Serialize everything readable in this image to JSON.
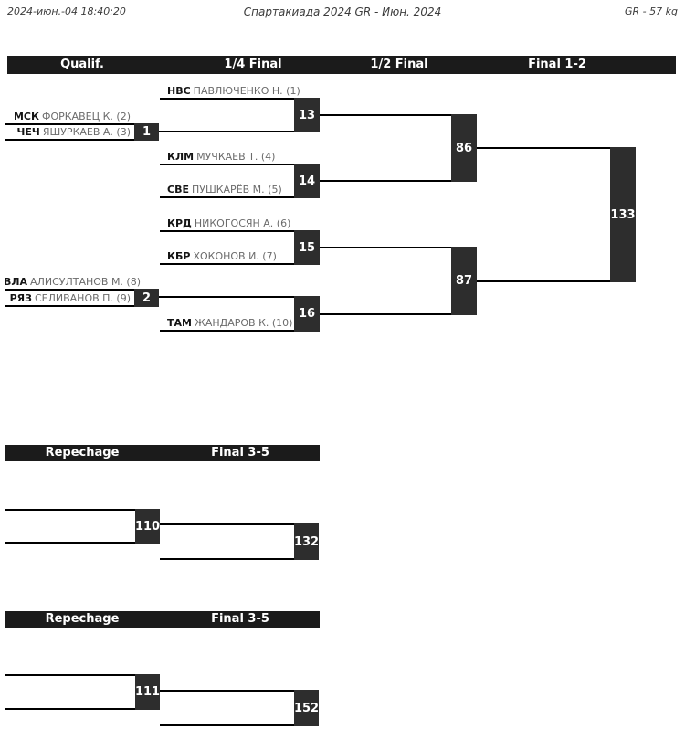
{
  "page_header": {
    "datetime": "2024-июн.-04 18:40:20",
    "title": "Спартакиада 2024 GR - Июн. 2024",
    "category": "GR - 57 kg"
  },
  "main_bracket": {
    "round_labels": [
      "Qualif.",
      "1/4 Final",
      "1/2 Final",
      "Final 1-2"
    ],
    "athletes": [
      {
        "code": "НВС",
        "name": "ПАВЛЮЧЕНКО Н. (1)"
      },
      {
        "code": "МСК",
        "name": "ФОРКАВЕЦ К. (2)"
      },
      {
        "code": "ЧЕЧ",
        "name": "ЯШУРКАЕВ А. (3)"
      },
      {
        "code": "КЛМ",
        "name": "МУЧКАЕВ Т. (4)"
      },
      {
        "code": "СВЕ",
        "name": "ПУШКАРЁВ М. (5)"
      },
      {
        "code": "КРД",
        "name": "НИКОГОСЯН А. (6)"
      },
      {
        "code": "КБР",
        "name": "ХОКОНОВ И. (7)"
      },
      {
        "code": "ВЛА",
        "name": "АЛИСУЛТАНОВ М. (8)"
      },
      {
        "code": "РЯЗ",
        "name": "СЕЛИВАНОВ П. (9)"
      },
      {
        "code": "ТАМ",
        "name": "ЖАНДАРОВ К. (10)"
      }
    ],
    "match_numbers": {
      "qualif_1": "1",
      "qualif_2": "2",
      "quarter_1": "13",
      "quarter_2": "14",
      "quarter_3": "15",
      "quarter_4": "16",
      "semi_1": "86",
      "semi_2": "87",
      "final": "133"
    }
  },
  "repechage_sections": [
    {
      "header_left": "Repechage",
      "header_right": "Final 3-5",
      "semi_match": "110",
      "final_match": "132"
    },
    {
      "header_left": "Repechage",
      "header_right": "Final 3-5",
      "semi_match": "111",
      "final_match": "152"
    }
  ],
  "colors": {
    "match_box_bg": "#2d2d2d",
    "header_bar_bg": "#1b1b1b",
    "line": "#000000",
    "athlete_name_gray": "#6b6b6b"
  }
}
